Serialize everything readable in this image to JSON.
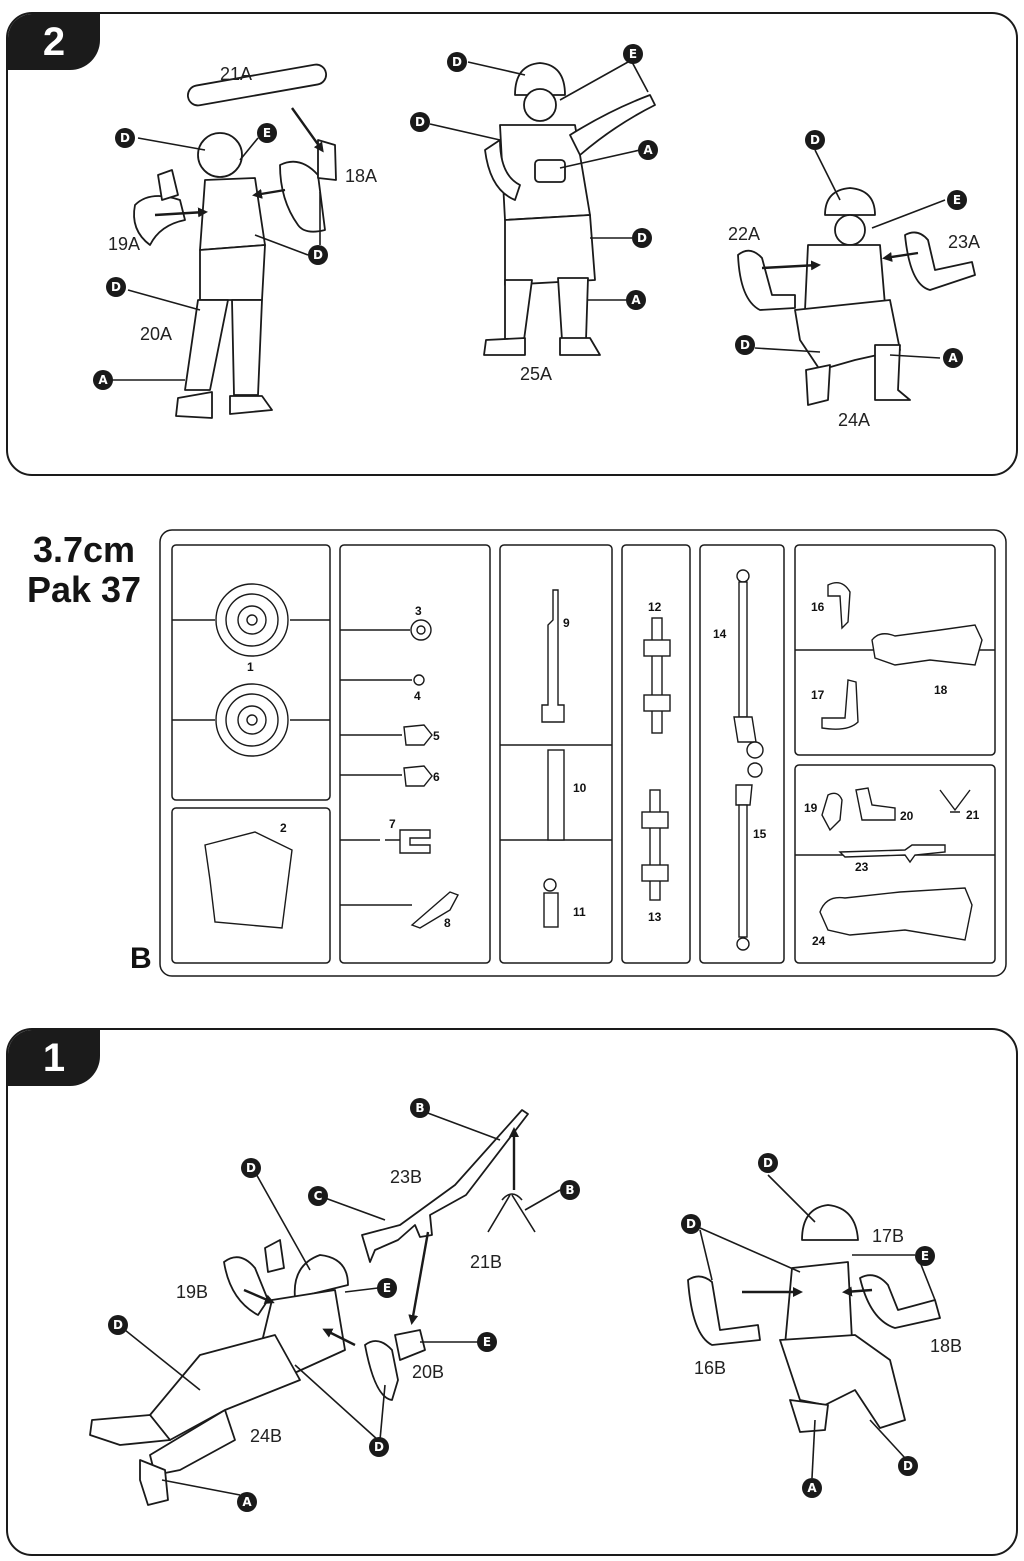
{
  "steps": [
    {
      "number": "2",
      "labels": {
        "p21": "21A",
        "p18": "18A",
        "p19": "19A",
        "p20": "20A",
        "p25": "25A",
        "p22": "22A",
        "p23": "23A",
        "p24": "24A"
      }
    },
    {
      "number": "1",
      "labels": {
        "p23": "23B",
        "p21": "21B",
        "p19": "19B",
        "p20": "20B",
        "p24": "24B",
        "p17": "17B",
        "p16": "16B",
        "p18": "18B"
      }
    }
  ],
  "sprue": {
    "title_line1": "3.7cm",
    "title_line2": "Pak 37",
    "letter": "B",
    "part_numbers": [
      "1",
      "2",
      "3",
      "4",
      "5",
      "6",
      "7",
      "8",
      "9",
      "10",
      "11",
      "12",
      "13",
      "14",
      "15",
      "16",
      "17",
      "18",
      "19",
      "20",
      "21",
      "23",
      "24"
    ]
  },
  "color_codes": {
    "a": "A",
    "b": "B",
    "c": "C",
    "d": "D",
    "e": "E"
  },
  "icons": {
    "ink": "#1a1a1a",
    "paper": "#ffffff"
  }
}
